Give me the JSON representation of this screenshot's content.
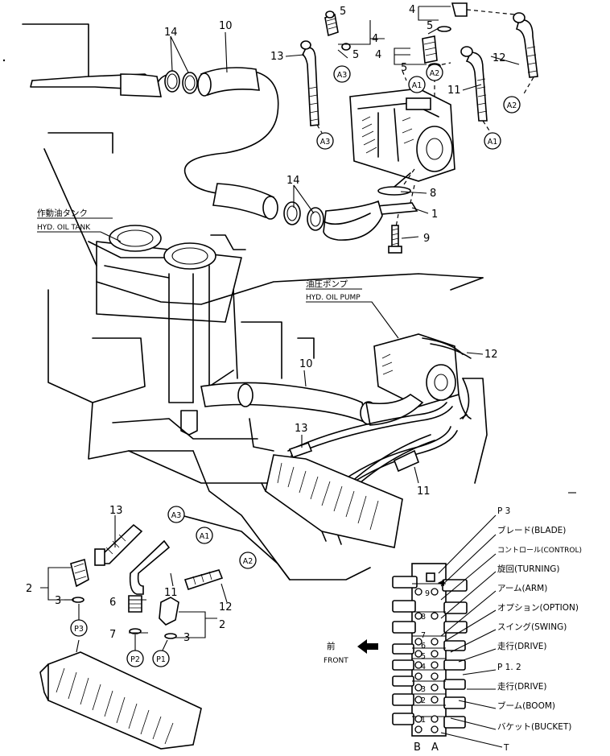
{
  "part_numbers": {
    "n1": "1",
    "n2": "2",
    "n3": "3",
    "n4": "4",
    "n5": "5",
    "n6": "6",
    "n7": "7",
    "n8": "8",
    "n9": "9",
    "n10": "10",
    "n11": "11",
    "n12": "12",
    "n13": "13",
    "n14": "14"
  },
  "ports": {
    "a1": "A1",
    "a2": "A2",
    "a3": "A3",
    "p1": "P1",
    "p2": "P2",
    "p3": "P3"
  },
  "labels": {
    "tank_jp": "作動油タンク",
    "tank_en": "HYD. OIL TANK",
    "pump_jp": "油圧ポンプ",
    "pump_en": "HYD. OIL PUMP",
    "front_jp": "前",
    "front_en": "FRONT"
  },
  "valve": {
    "sections": [
      {
        "label": "P 3"
      },
      {
        "label": "ブレード(BLADE)"
      },
      {
        "label": "コントロール(CONTROL)"
      },
      {
        "label": "旋回(TURNING)"
      },
      {
        "label": "アーム(ARM)"
      },
      {
        "label": "オプション(OPTION)"
      },
      {
        "label": "スイング(SWING)"
      },
      {
        "label": "走行(DRIVE)"
      },
      {
        "label": "P 1. 2"
      },
      {
        "label": "走行(DRIVE)"
      },
      {
        "label": "ブーム(BOOM)"
      },
      {
        "label": "バケット(BUCKET)"
      },
      {
        "label": "T"
      }
    ],
    "spool_numbers": [
      "9",
      "8",
      "7",
      "6",
      "5",
      "4",
      "3",
      "2",
      "1"
    ],
    "port_b": "B",
    "port_a": "A"
  }
}
